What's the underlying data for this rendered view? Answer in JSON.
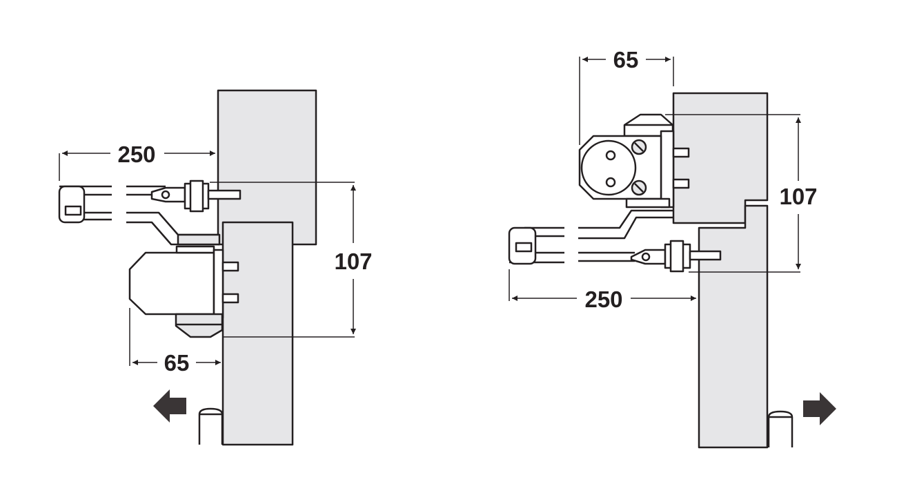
{
  "colors": {
    "ink": "#231f20",
    "panel_fill": "#e6e6e8",
    "arrow_fill": "#3a3536",
    "background": "#ffffff"
  },
  "left": {
    "arm_length": "250",
    "height": "107",
    "depth": "65",
    "direction_icon": "arrow-left-icon"
  },
  "right": {
    "arm_length": "250",
    "height": "107",
    "depth": "65",
    "direction_icon": "arrow-right-icon"
  }
}
